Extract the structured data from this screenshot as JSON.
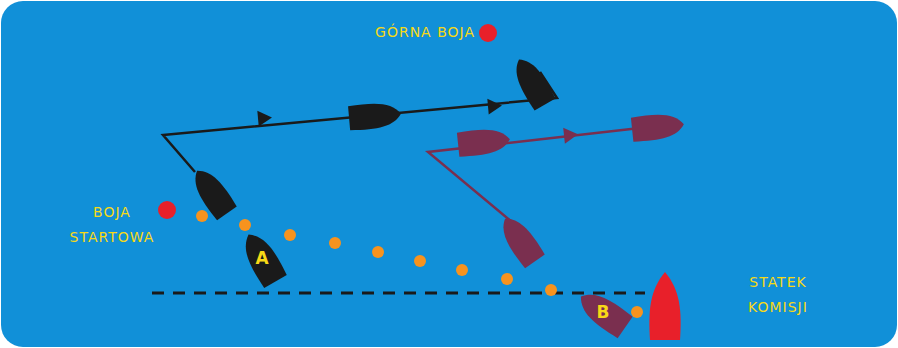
{
  "diagram": {
    "nodes": [
      {
        "text": [
          "A"
        ]
      },
      {
        "text": [
          "B"
        ]
      }
    ],
    "labels": [
      "GÓRNA BOJA",
      "BOJA STARTOWA",
      "STATEK KOMISJI"
    ]
  }
}
